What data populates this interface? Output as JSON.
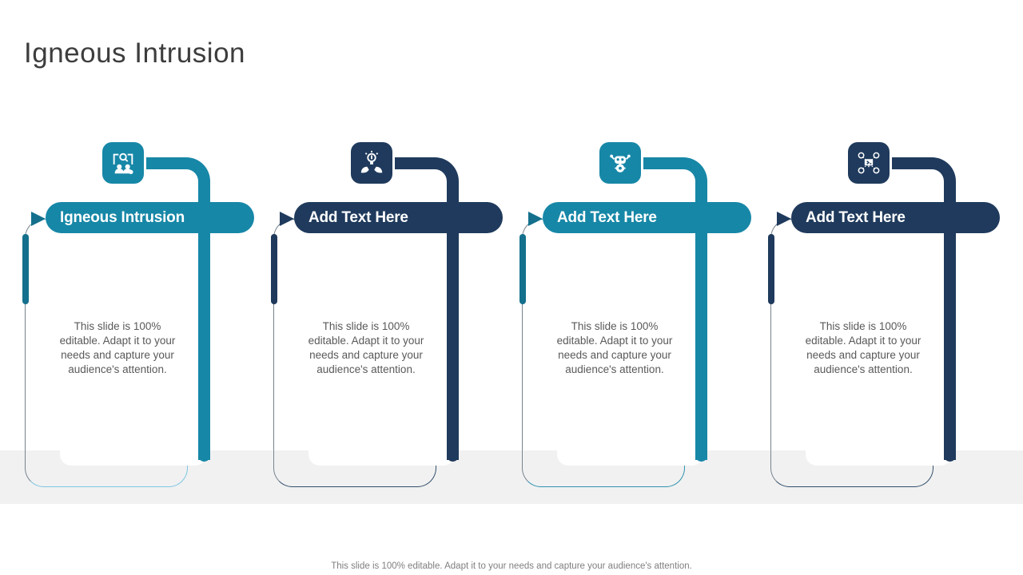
{
  "slide": {
    "title": "Igneous Intrusion",
    "footer": "This slide is 100% editable. Adapt it to your needs and capture your audience's attention.",
    "band_color": "#f1f1f2",
    "background_color": "#ffffff"
  },
  "columns": [
    {
      "header": "Igneous Intrusion",
      "body": "This slide is 100% editable. Adapt it to your needs and capture your audience's attention.",
      "icon": "team-gear-screen-icon",
      "accent": "#1787a7",
      "accent_dark": "#14708c",
      "outline": "#7ec6e0"
    },
    {
      "header": "Add Text Here",
      "body": "This slide is 100% editable. Adapt it to your needs and capture your audience's attention.",
      "icon": "hands-holding-bulb-icon",
      "accent": "#1f3a5c",
      "accent_dark": "#1f3a5c",
      "outline": "#33506b"
    },
    {
      "header": "Add Text Here",
      "body": "This slide is 100% editable. Adapt it to your needs and capture your audience's attention.",
      "icon": "robot-icon",
      "accent": "#1787a7",
      "accent_dark": "#14708c",
      "outline": "#2f93ad"
    },
    {
      "header": "Add Text Here",
      "body": "This slide is 100% editable. Adapt it to your needs and capture your audience's attention.",
      "icon": "network-monitor-icon",
      "accent": "#1f3a5c",
      "accent_dark": "#1f3a5c",
      "outline": "#33506b"
    }
  ]
}
